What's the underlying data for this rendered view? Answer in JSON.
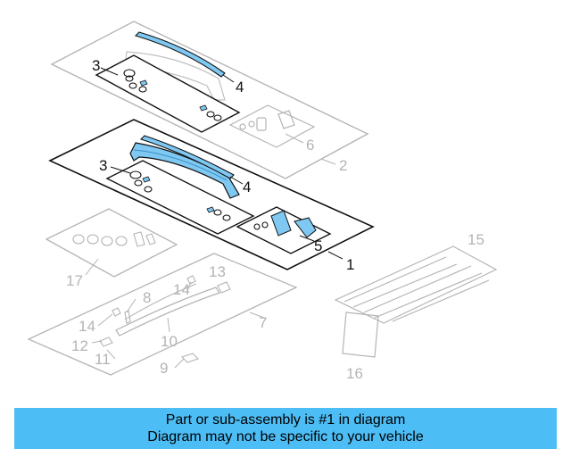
{
  "diagram": {
    "callouts": {
      "c1": "1",
      "c2": "2",
      "c3a": "3",
      "c3b": "3",
      "c4a": "4",
      "c4b": "4",
      "c5": "5",
      "c6": "6",
      "c7": "7",
      "c8": "8",
      "c9": "9",
      "c10": "10",
      "c11": "11",
      "c12": "12",
      "c13": "13",
      "c14a": "14",
      "c14b": "14",
      "c15": "15",
      "c16": "16",
      "c17": "17"
    },
    "colors": {
      "highlight": "#7ec8f2",
      "highlight_dark": "#3a8fc4",
      "active_line": "#111111",
      "inactive_line": "#b4b4b4",
      "banner": "#4cbdf5"
    }
  },
  "banner": {
    "line1": "Part or sub-assembly is #1 in diagram",
    "line2": "Diagram may not be specific to your vehicle"
  }
}
